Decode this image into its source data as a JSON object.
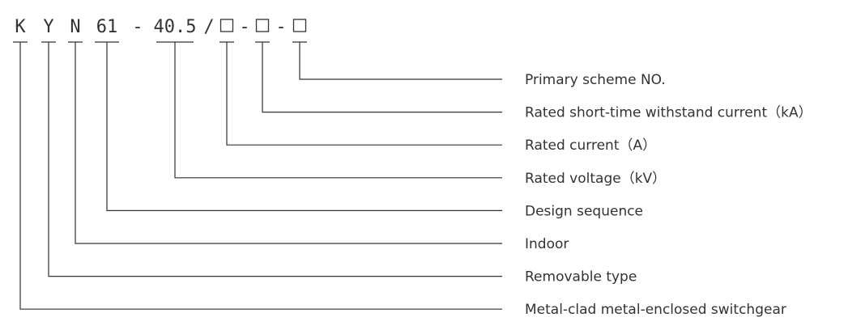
{
  "code": {
    "tokens": [
      {
        "id": "k",
        "type": "text",
        "text": "K"
      },
      {
        "id": "y",
        "type": "text",
        "text": "Y"
      },
      {
        "id": "n",
        "type": "text",
        "text": "N"
      },
      {
        "id": "seq",
        "type": "text",
        "text": "61"
      },
      {
        "id": "dash1",
        "type": "text",
        "text": "-"
      },
      {
        "id": "volt",
        "type": "text",
        "text": "40.5"
      },
      {
        "id": "slash",
        "type": "text",
        "text": "/"
      },
      {
        "id": "box1",
        "type": "box",
        "text": "□"
      },
      {
        "id": "dash2",
        "type": "text",
        "text": "-"
      },
      {
        "id": "box2",
        "type": "box",
        "text": "□"
      },
      {
        "id": "dash3",
        "type": "text",
        "text": "-"
      },
      {
        "id": "box3",
        "type": "box",
        "text": "□"
      }
    ]
  },
  "descriptions": [
    {
      "key": "box3",
      "label": "Primary scheme NO."
    },
    {
      "key": "box2",
      "label": "Rated short-time withstand current（kA）"
    },
    {
      "key": "box1",
      "label": "Rated current（A）"
    },
    {
      "key": "volt",
      "label": "Rated voltage（kV）"
    },
    {
      "key": "seq",
      "label": "Design sequence"
    },
    {
      "key": "n",
      "label": "Indoor"
    },
    {
      "key": "y",
      "label": "Removable type"
    },
    {
      "key": "k",
      "label": "Metal-clad metal-enclosed switchgear"
    }
  ],
  "colors": {
    "ink": "#333333",
    "background": "#ffffff"
  }
}
